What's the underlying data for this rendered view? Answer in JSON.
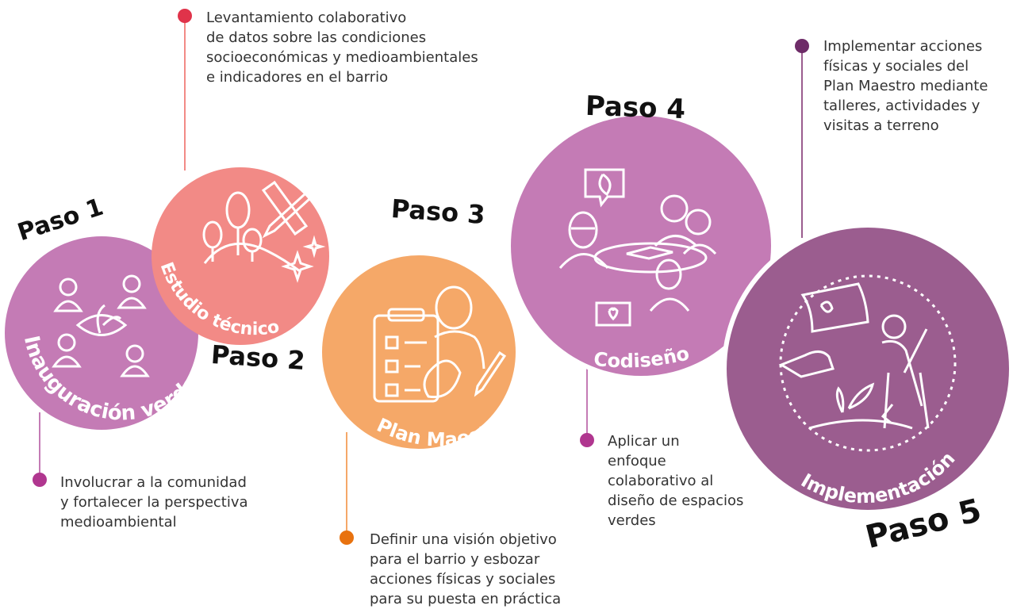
{
  "colors": {
    "step1": "#c47bb5",
    "step2": "#f28a86",
    "step3": "#f5a868",
    "step4": "#c47bb5",
    "step5": "#9b5d8f",
    "dot1": "#b0368f",
    "dot2": "#e0334a",
    "dot3": "#e8720f",
    "dot4": "#b0368f",
    "dot5": "#6e2c68"
  },
  "steps": [
    {
      "paso": "Paso 1",
      "title": "Inauguración verde",
      "icon": "people-plant-icon",
      "description": "Involucrar a la comunidad\ny fortalecer la perspectiva\nmedioambiental"
    },
    {
      "paso": "Paso 2",
      "title": "Estudio técnico",
      "icon": "trees-ruler-pencil-icon",
      "description": "Levantamiento colaborativo\nde datos sobre las condiciones\nsocioeconómicas y medioambientales\ne indicadores en el barrio"
    },
    {
      "paso": "Paso 3",
      "title": "Plan Maestro",
      "icon": "checklist-person-icon",
      "description": "Definir una visión objetivo\npara el barrio y esbozar\nacciones físicas y sociales\npara su puesta en práctica"
    },
    {
      "paso": "Paso 4",
      "title": "Codiseño",
      "icon": "group-table-icon",
      "description": "Aplicar un\nenfoque\ncolaborativo al\ndiseño de espacios\nverdes"
    },
    {
      "paso": "Paso 5",
      "title": "Implementación",
      "icon": "gardening-person-icon",
      "description": "Implementar acciones\nfísicas y sociales del\nPlan Maestro mediante\ntalleres, actividades y\nvisitas a terreno"
    }
  ]
}
